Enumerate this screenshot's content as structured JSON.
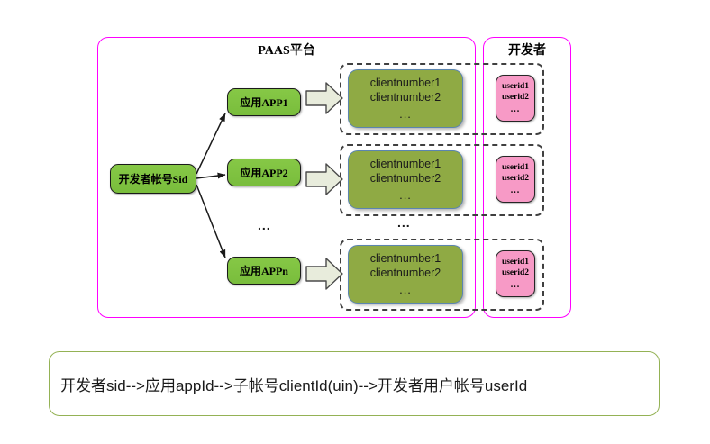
{
  "diagram": {
    "groups": [
      {
        "id": "paas",
        "title": "PAAS平台",
        "border_color": "#ff00ff"
      },
      {
        "id": "developer",
        "title": "开发者",
        "border_color": "#ff00ff"
      }
    ],
    "root_node": {
      "label": "开发者帐号Sid",
      "fill": "#7fc23e"
    },
    "app_nodes": [
      {
        "label": "应用APP1",
        "fill": "#7fc23e"
      },
      {
        "label": "应用APP2",
        "fill": "#7fc23e"
      },
      {
        "label": "应用APPn",
        "fill": "#7fc23e"
      }
    ],
    "client_nodes": [
      {
        "line1": "clientnumber1",
        "line2": "clientnumber2",
        "dots": "...",
        "fill": "#8faa44",
        "border": "#5b85b0"
      },
      {
        "line1": "clientnumber1",
        "line2": "clientnumber2",
        "dots": "...",
        "fill": "#8faa44",
        "border": "#5b85b0"
      },
      {
        "line1": "clientnumber1",
        "line2": "clientnumber2",
        "dots": "...",
        "fill": "#8faa44",
        "border": "#5b85b0"
      }
    ],
    "user_nodes": [
      {
        "line1": "userid1",
        "line2": "userid2",
        "dots": "...",
        "fill": "#f79ac6"
      },
      {
        "line1": "userid1",
        "line2": "userid2",
        "dots": "...",
        "fill": "#f79ac6"
      },
      {
        "line1": "userid1",
        "line2": "userid2",
        "dots": "...",
        "fill": "#f79ac6"
      }
    ],
    "ellipsis_markers": [
      {
        "id": "apps-continuation",
        "text": "..."
      },
      {
        "id": "client-continuation",
        "text": "..."
      }
    ],
    "block_arrow_fill": "#e8ecdc"
  },
  "caption": {
    "text": "开发者sid-->应用appId-->子帐号clientId(uin)-->开发者用户帐号userId",
    "border_color": "#94b255"
  }
}
